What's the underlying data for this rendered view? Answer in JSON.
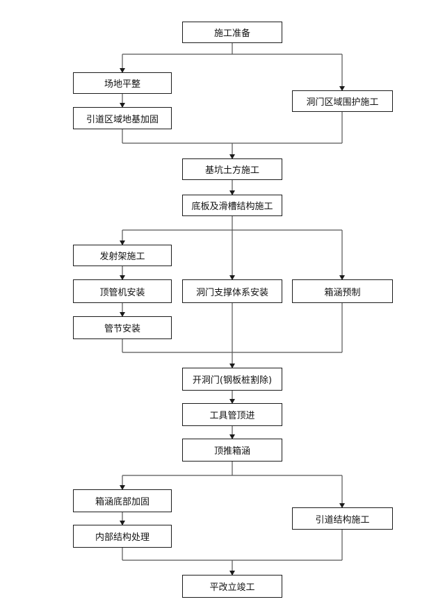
{
  "diagram": {
    "steps": {
      "prep": "施工准备",
      "site_leveling": "场地平整",
      "approach_foundation": "引道区域地基加固",
      "portal_enclosure": "洞门区域围护施工",
      "pit_earthwork": "基坑土方施工",
      "base_slab_slide": "底板及滑槽结构施工",
      "launch_frame": "发射架施工",
      "jack_install": "顶管机安装",
      "segment_install": "管节安装",
      "portal_support": "洞门支撑体系安装",
      "box_prefab": "箱涵预制",
      "open_portal": "开洞门(钢板桩割除)",
      "tool_pipe_jacking": "工具管顶进",
      "push_box": "顶推箱涵",
      "box_bottom_reinforce": "箱涵底部加固",
      "inner_structure": "内部结构处理",
      "approach_structure": "引道结构施工",
      "completion": "平改立竣工"
    }
  }
}
